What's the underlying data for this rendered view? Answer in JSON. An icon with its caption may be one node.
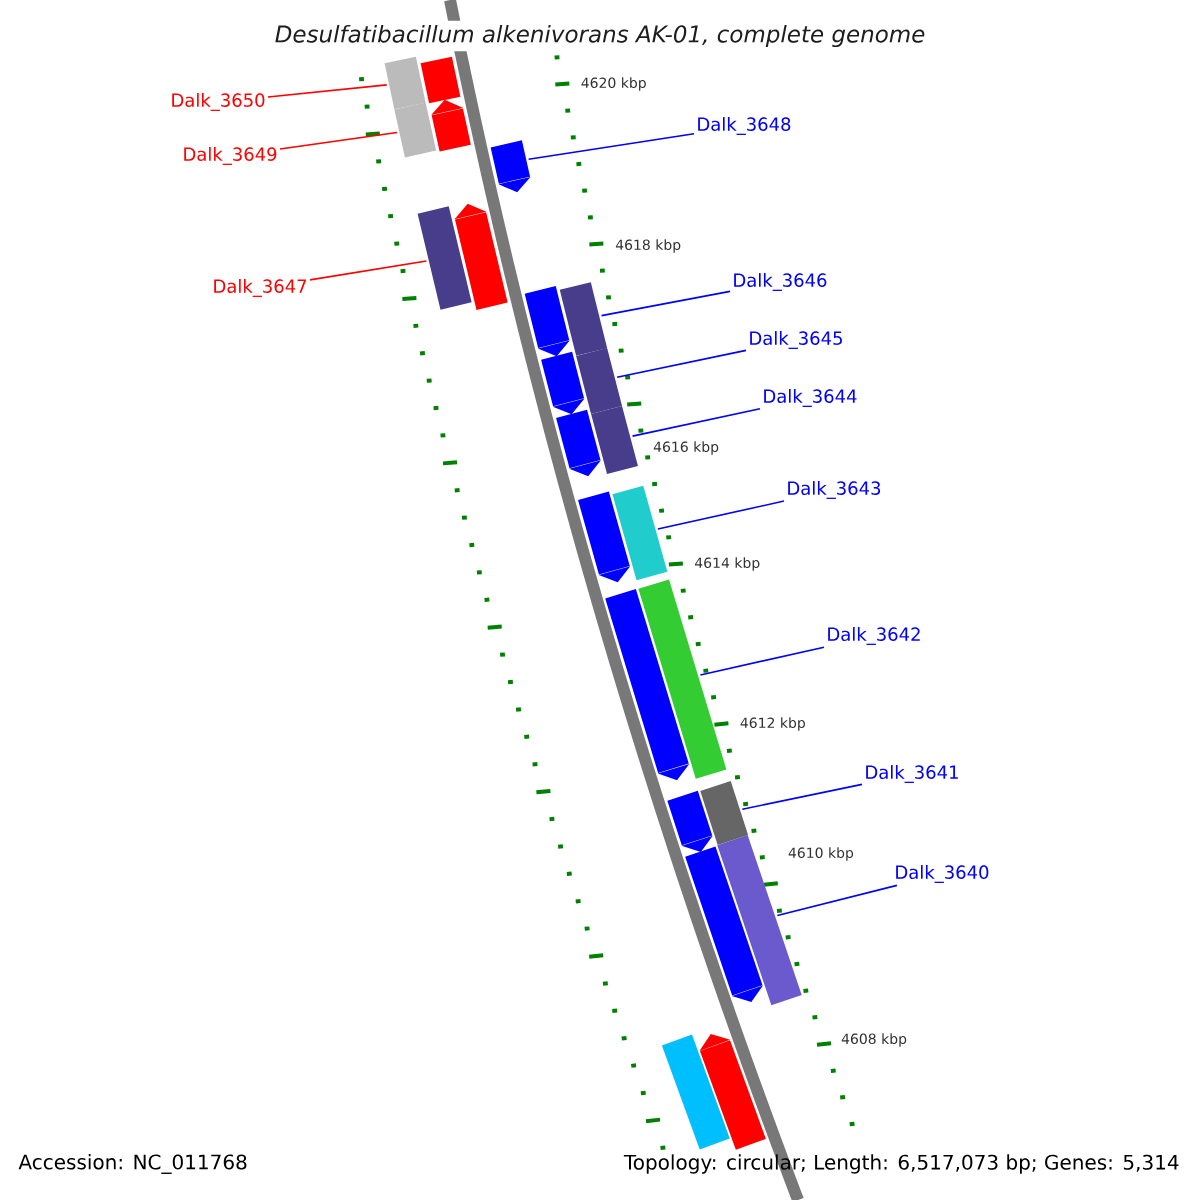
{
  "diagram": {
    "title": "Desulfatibacillum alkenivorans AK-01, complete genome",
    "nodes": [
      {
        "text": [],
        "shape": "bar"
      },
      {
        "text": [],
        "shape": "bar"
      },
      {
        "text": [],
        "shape": "pentagon"
      },
      {
        "text": [],
        "shape": "bar"
      },
      {
        "text": [],
        "shape": "pentagon"
      },
      {
        "text": [],
        "shape": "bar"
      },
      {
        "text": [],
        "shape": "pentagon"
      },
      {
        "text": [],
        "shape": "pentagon"
      },
      {
        "text": [],
        "shape": "bar"
      },
      {
        "text": [],
        "shape": "pentagon"
      },
      {
        "text": [],
        "shape": "bar"
      },
      {
        "text": [],
        "shape": "pentagon"
      },
      {
        "text": [],
        "shape": "bar"
      },
      {
        "text": [],
        "shape": "pentagon"
      },
      {
        "text": [],
        "shape": "bar"
      },
      {
        "text": [],
        "shape": "pentagon"
      },
      {
        "text": [],
        "shape": "bar"
      },
      {
        "text": [],
        "shape": "pentagon"
      },
      {
        "text": [],
        "shape": "bar"
      },
      {
        "text": [],
        "shape": "pentagon"
      },
      {
        "text": [],
        "shape": "bar"
      },
      {
        "text": [],
        "shape": "bar"
      },
      {
        "text": [],
        "shape": "pentagon"
      },
      {
        "text": [
          "Dalk_3650"
        ]
      },
      {
        "text": [
          "Dalk_3649"
        ]
      },
      {
        "text": [
          "Dalk_3648"
        ]
      },
      {
        "text": [
          "Dalk_3647"
        ]
      },
      {
        "text": [
          "Dalk_3646"
        ]
      },
      {
        "text": [
          "Dalk_3645"
        ]
      },
      {
        "text": [
          "Dalk_3644"
        ]
      },
      {
        "text": [
          "Dalk_3643"
        ]
      },
      {
        "text": [
          "Dalk_3642"
        ]
      },
      {
        "text": [
          "Dalk_3641"
        ]
      },
      {
        "text": [
          "Dalk_3640"
        ]
      }
    ],
    "edges": [
      {
        "from": 23,
        "to": 1,
        "arrow": "none",
        "color": "#ff0000"
      },
      {
        "from": 24,
        "to": 3,
        "arrow": "none",
        "color": "#ff0000"
      },
      {
        "from": 25,
        "to": 4,
        "arrow": "none"
      },
      {
        "from": 26,
        "to": 5,
        "arrow": "none",
        "color": "#ff0000"
      },
      {
        "from": 27,
        "to": 8,
        "arrow": "none"
      },
      {
        "from": 28,
        "to": 10,
        "arrow": "none"
      },
      {
        "from": 29,
        "to": 12,
        "arrow": "none"
      },
      {
        "from": 30,
        "to": 14,
        "arrow": "none"
      },
      {
        "from": 31,
        "to": 16,
        "arrow": "none"
      },
      {
        "from": 32,
        "to": 18,
        "arrow": "none"
      },
      {
        "from": 33,
        "to": 20,
        "arrow": "none"
      }
    ],
    "labels": [
      "4620 kbp",
      "4618 kbp",
      "4616 kbp",
      "4614 kbp",
      "4612 kbp",
      "4610 kbp",
      "4608 kbp",
      "Accession: NC_011768",
      "Topology: circular; Length: 6,517,073 bp; Genes: 5,314"
    ]
  }
}
